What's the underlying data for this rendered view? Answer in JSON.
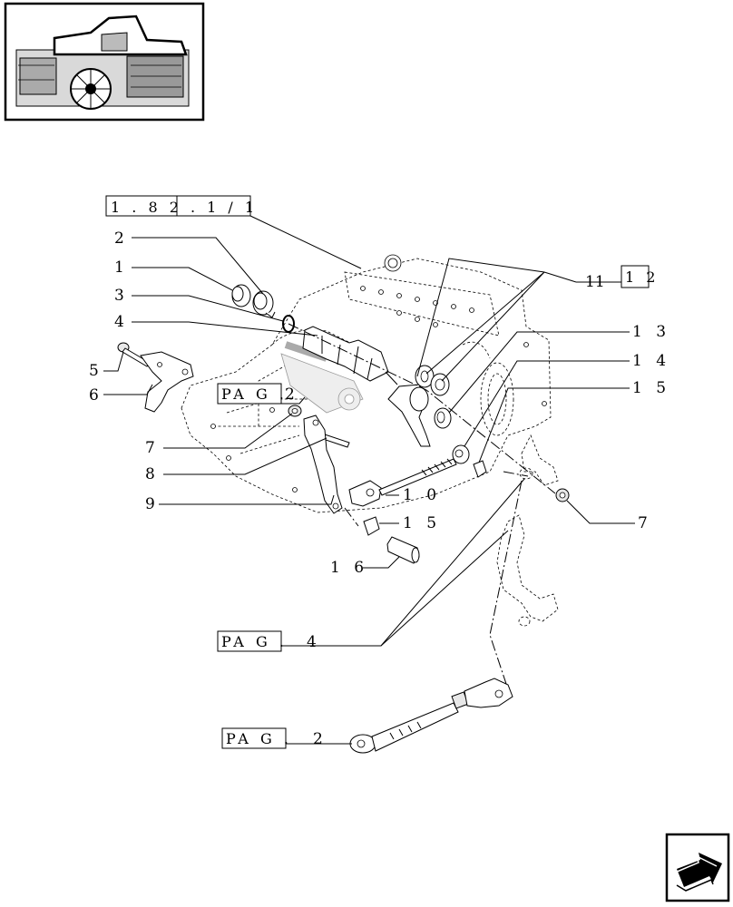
{
  "references": {
    "main_ref": "1 . 8 2 . 1 / 1",
    "ref_12": "1 2",
    "pag_2_top": "PA G .",
    "pag_2_top_num": "2",
    "pag_4": "PA G .",
    "pag_4_num": "4",
    "pag_2_bottom": "PA G .",
    "pag_2_bottom_num": "2"
  },
  "callouts": {
    "c1": "1",
    "c2": "2",
    "c3": "3",
    "c4": "4",
    "c5": "5",
    "c6": "6",
    "c7_left": "7",
    "c7_right": "7",
    "c8": "8",
    "c9": "9",
    "c10": "1 0",
    "c11": "11",
    "c13": "1 3",
    "c14": "1 4",
    "c15_right": "1 5",
    "c15_bottom": "1 5",
    "c16": "1 6"
  },
  "icons": {
    "thumbnail": "tractor-overview-thumbnail",
    "nav": "next-page-arrow-icon"
  }
}
